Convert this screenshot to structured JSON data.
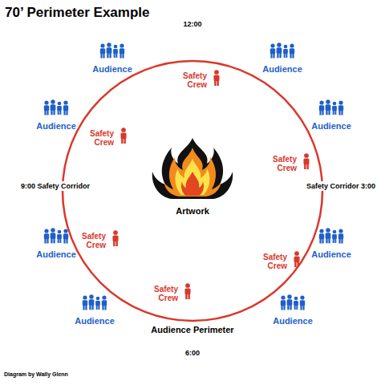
{
  "diagram": {
    "title": "70’ Perimeter Example",
    "caption": "Diagram by Wally Glenn",
    "labels": [
      "12:00",
      "Audience",
      "Audience",
      "Safety Crew",
      "Audience",
      "Audience",
      "Safety Crew",
      "Safety Crew",
      "9:00 Safety Corridor",
      "Safety Corridor 3:00",
      "Artwork",
      "Safety Crew",
      "Audience",
      "Audience",
      "Safety Crew",
      "Safety Crew",
      "Audience",
      "Audience",
      "Audience Perimeter",
      "6:00"
    ]
  }
}
